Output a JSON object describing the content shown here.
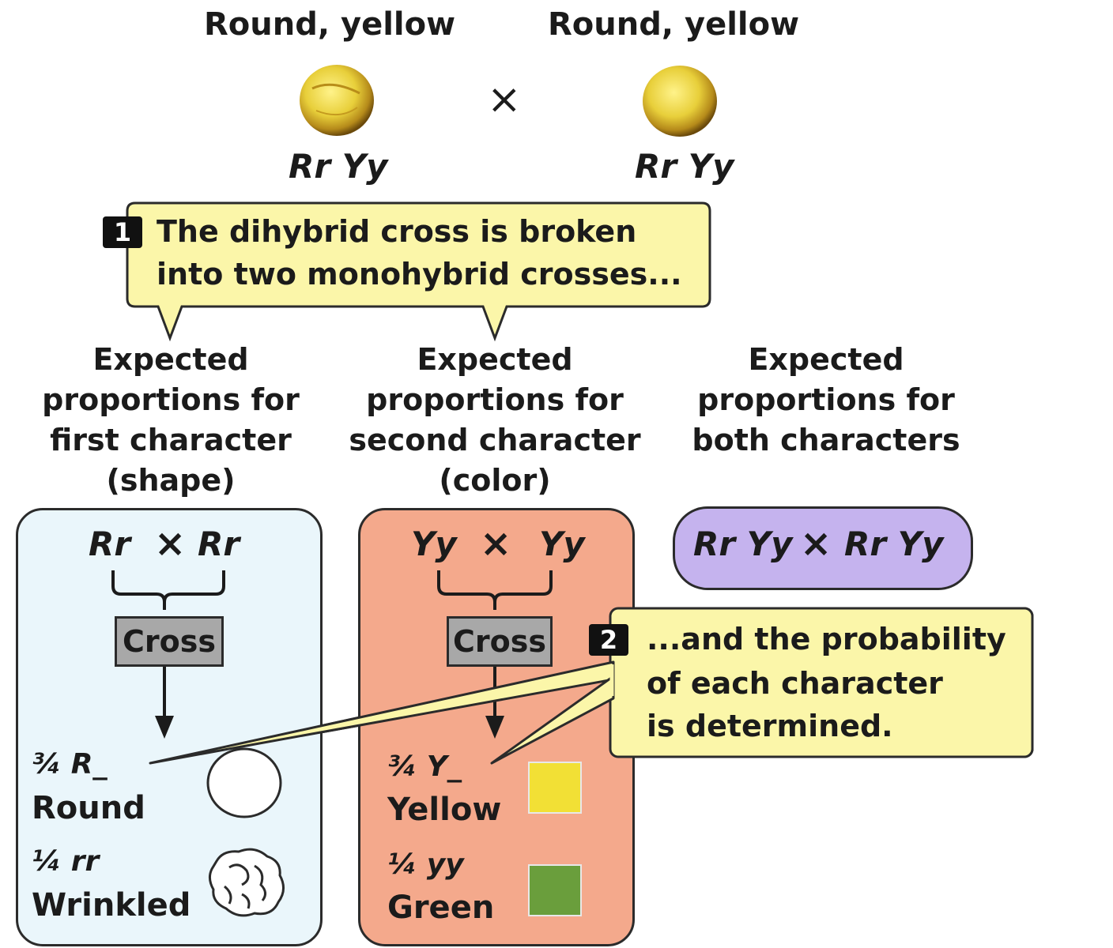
{
  "parents": {
    "left_label": "Round, yellow",
    "right_label": "Round, yellow",
    "cross_symbol": "×",
    "left_genotype": "Rr Yy",
    "right_genotype": "Rr Yy"
  },
  "callout1": {
    "step": "1",
    "line1": "The dihybrid cross is broken",
    "line2": "into two monohybrid crosses..."
  },
  "columns": {
    "shape": {
      "heading_lines": [
        "Expected",
        "proportions for",
        "first character",
        "(shape)"
      ],
      "cross_left": "Rr",
      "cross_right": "Rr",
      "cross_label": "Cross",
      "result1_fraction": "¾ R_",
      "result1_phenotype": "Round",
      "result2_fraction": "¼ rr",
      "result2_phenotype": "Wrinkled"
    },
    "color": {
      "heading_lines": [
        "Expected",
        "proportions for",
        "second character",
        "(color)"
      ],
      "cross_left": "Yy",
      "cross_right": "Yy",
      "cross_label": "Cross",
      "result1_fraction": "¾ Y_",
      "result1_phenotype": "Yellow",
      "result2_fraction": "¼ yy",
      "result2_phenotype": "Green",
      "yellow_color": "#f2e035",
      "green_color": "#6a9e3c"
    },
    "both": {
      "heading_lines": [
        "Expected",
        "proportions for",
        "both characters"
      ],
      "cross_left": "Rr Yy",
      "cross_right": "Rr Yy"
    }
  },
  "callout2": {
    "step": "2",
    "line1": "...and the probability",
    "line2": "of each character",
    "line3": "is determined."
  },
  "colors": {
    "callout_fill": "#fbf6a9",
    "shape_panel": "#eaf6fb",
    "color_panel": "#f4a98c",
    "both_panel": "#c5b3ee",
    "pea_yellow": "#e8cf3a"
  }
}
